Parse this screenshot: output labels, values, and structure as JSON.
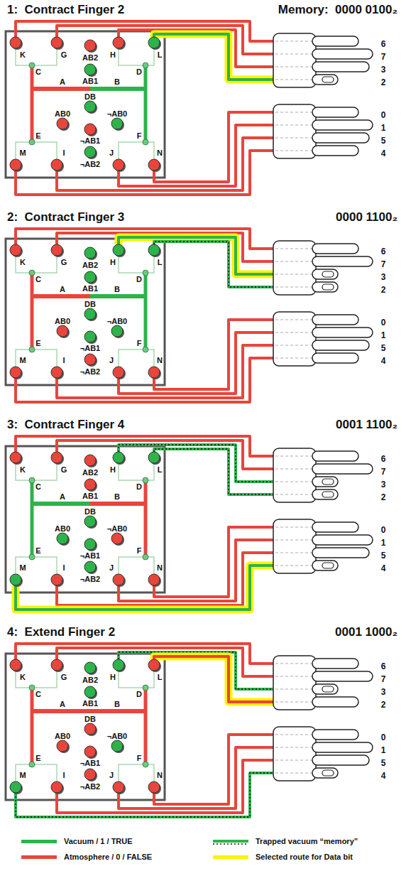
{
  "diagram": {
    "labels": [
      "1:  Contract Finger 2",
      "Memory:  0000 0100₂",
      "K",
      "G",
      "AB2",
      "H",
      "L",
      "C",
      "AB1",
      "D",
      "A",
      "B",
      "DB",
      "E",
      "AB0",
      "¬AB0",
      "F",
      "M",
      "I",
      "¬AB1",
      "J",
      "N",
      "¬AB2",
      "6",
      "7",
      "3",
      "2",
      "0",
      "1",
      "5",
      "4",
      "2:  Contract Finger 3",
      "0000 1100₂",
      "K",
      "G",
      "AB2",
      "H",
      "L",
      "C",
      "AB1",
      "D",
      "A",
      "B",
      "DB",
      "E",
      "AB0",
      "¬AB0",
      "F",
      "M",
      "I",
      "¬AB1",
      "J",
      "N",
      "¬AB2",
      "6",
      "7",
      "3",
      "2",
      "0",
      "1",
      "5",
      "4",
      "3:  Contract Finger 4",
      "0001 1100₂",
      "K",
      "G",
      "AB2",
      "H",
      "L",
      "C",
      "AB1",
      "D",
      "A",
      "B",
      "DB",
      "E",
      "AB0",
      "¬AB0",
      "F",
      "M",
      "I",
      "¬AB1",
      "J",
      "N",
      "¬AB2",
      "6",
      "7",
      "3",
      "2",
      "0",
      "1",
      "5",
      "4",
      "4:  Extend Finger 2",
      "0001 1000₂",
      "K",
      "G",
      "AB2",
      "H",
      "L",
      "C",
      "AB1",
      "D",
      "A",
      "B",
      "DB",
      "E",
      "AB0",
      "¬AB0",
      "F",
      "M",
      "I",
      "¬AB1",
      "J",
      "N",
      "¬AB2",
      "6",
      "7",
      "3",
      "2",
      "0",
      "1",
      "5",
      "4"
    ],
    "legend": [
      {
        "text": "Vacuum / 1 / TRUE",
        "color": "#2db34a"
      },
      {
        "text": "Trapped vacuum “memory”"
      },
      {
        "text": "Atmosphere / 0 / FALSE",
        "color": "#e8453c"
      },
      {
        "text": "Selected route for Data bit",
        "color": "#fff200"
      }
    ]
  }
}
